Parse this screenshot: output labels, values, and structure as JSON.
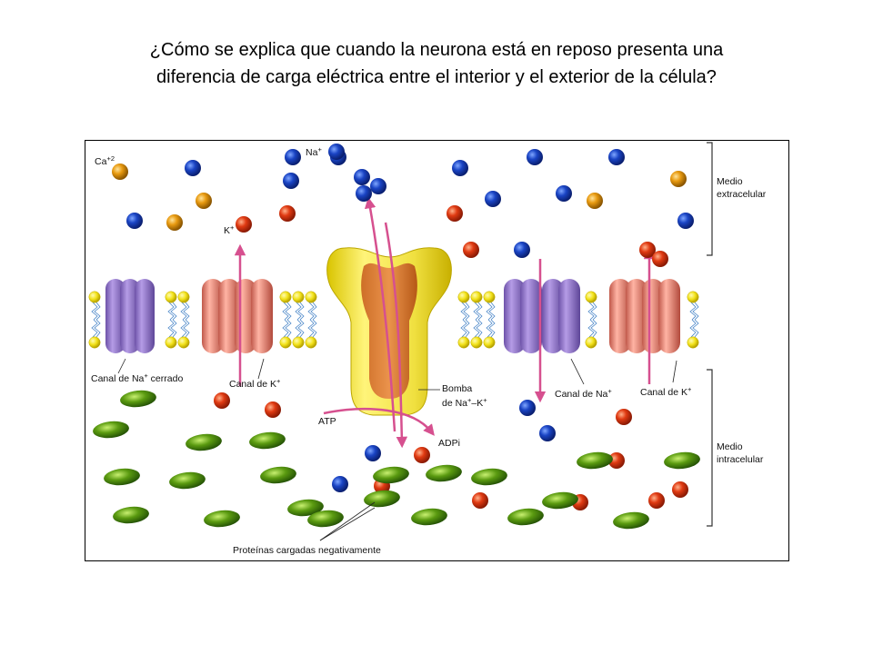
{
  "question": {
    "line1": "¿Cómo se explica que cuando la neurona está en reposo presenta una",
    "line2": "diferencia de carga eléctrica entre el interior y el exterior de la célula?"
  },
  "labels": {
    "ca": "Ca",
    "ca_sup": "+2",
    "na": "Na",
    "na_sup": "+",
    "k": "K",
    "k_sup": "+",
    "medio_ext_1": "Medio",
    "medio_ext_2": "extracelular",
    "medio_int_1": "Medio",
    "medio_int_2": "intracelular",
    "canal_na_cerrado_a": "Canal de Na",
    "canal_na_cerrado_sup": "+",
    "canal_na_cerrado_b": " cerrado",
    "canal_k_1_a": "Canal de K",
    "canal_k_1_sup": "+",
    "bomba_1": "Bomba",
    "bomba_2a": "de Na",
    "bomba_2_sup1": "+",
    "bomba_2b": "–K",
    "bomba_2_sup2": "+",
    "atp": "ATP",
    "adpi": "ADPi",
    "canal_na_a": "Canal de Na",
    "canal_na_sup": "+",
    "canal_k_2_a": "Canal de K",
    "canal_k_2_sup": "+",
    "proteinas": "Proteínas cargadas negativamente"
  },
  "colors": {
    "sodium": "#1a44c4",
    "potassium": "#e03a12",
    "calcium": "#e89a10",
    "protein": "#5a9a10",
    "lipid_head": "#f2e21a",
    "na_channel": "#9a7fd0",
    "k_channel": "#ee8a78",
    "pump": "#f0e040",
    "arrow": "#d6508f"
  }
}
